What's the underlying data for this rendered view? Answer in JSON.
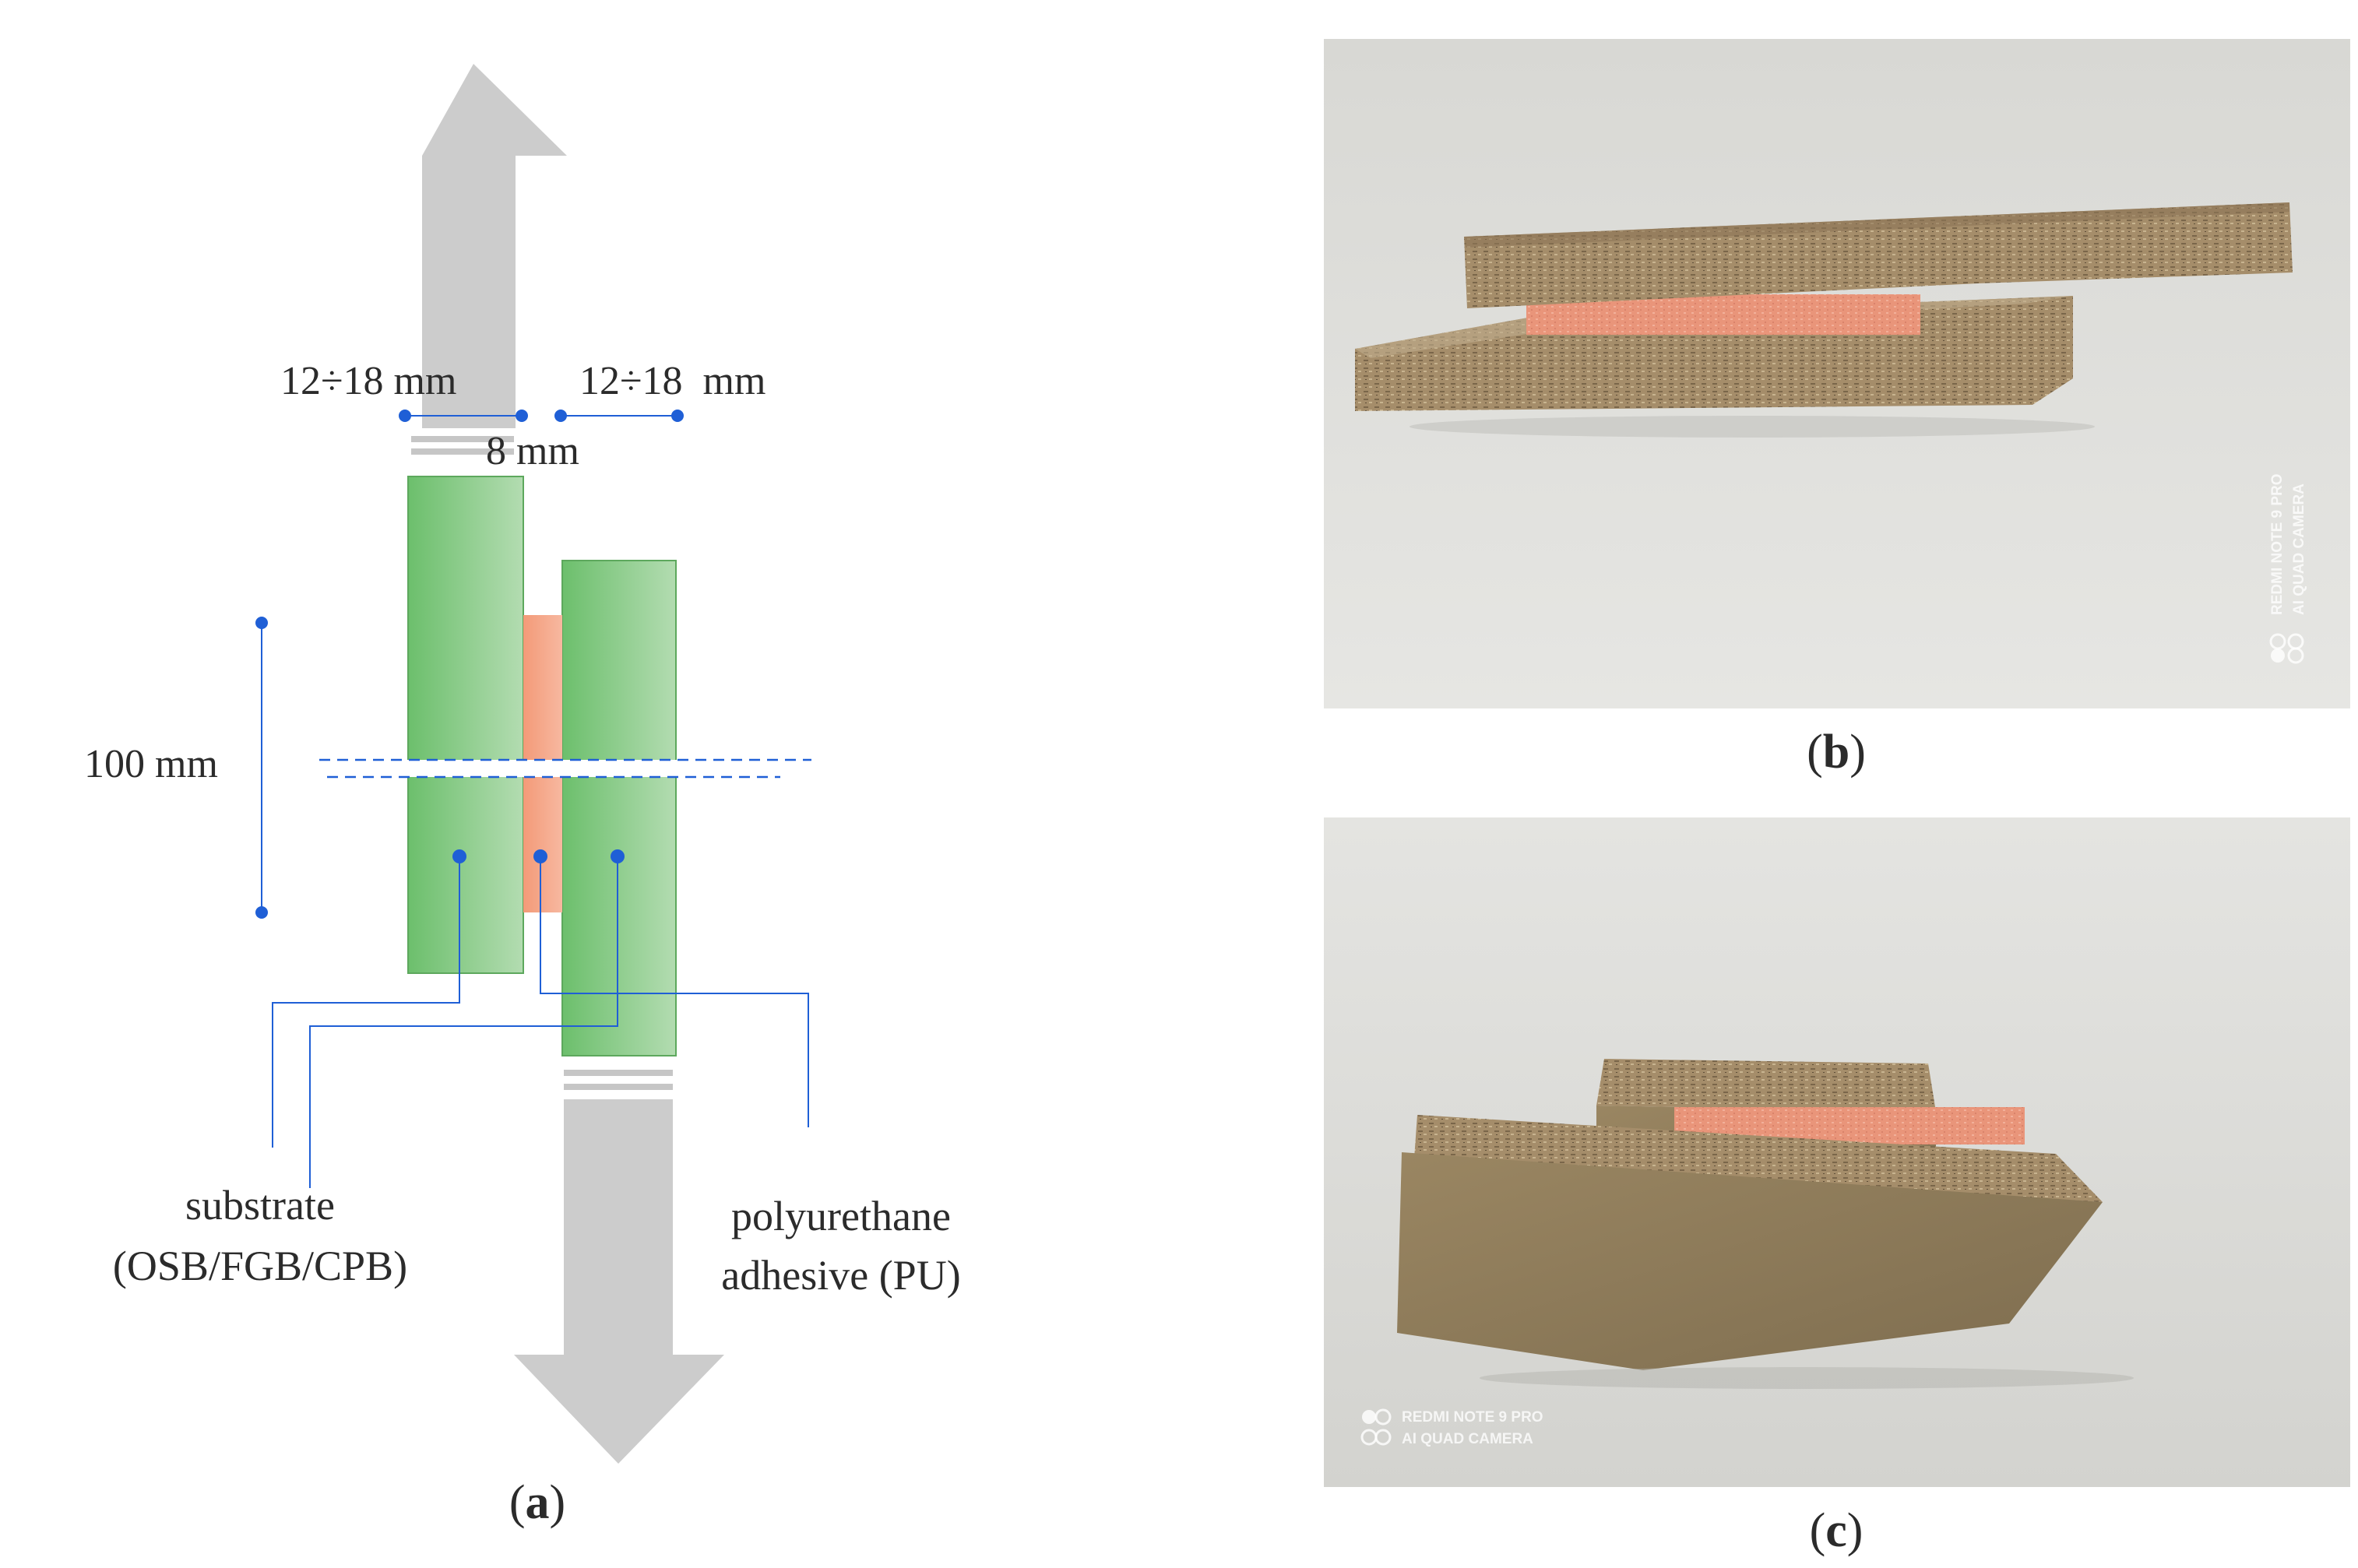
{
  "panel_a": {
    "dim_left": "12÷18 mm",
    "dim_right": "12÷18  mm",
    "dim_gap": "8 mm",
    "dim_overlap": "100 mm",
    "label_substrate_line1": "substrate",
    "label_substrate_line2": "(OSB/FGB/CPB)",
    "label_adhesive_line1": "polyurethane",
    "label_adhesive_line2": "adhesive (PU)",
    "caption_open": "(",
    "caption_letter": "a",
    "caption_close": ")"
  },
  "panel_b": {
    "caption_open": "(",
    "caption_letter": "b",
    "caption_close": ")",
    "watermark_line1": "REDMI NOTE 9 PRO",
    "watermark_line2": "AI QUAD CAMERA"
  },
  "panel_c": {
    "caption_open": "(",
    "caption_letter": "c",
    "caption_close": ")",
    "watermark_line1": "REDMI NOTE 9 PRO",
    "watermark_line2": "AI QUAD CAMERA"
  },
  "colors": {
    "arrow": "#cccccc",
    "substrate": "#7cc47c",
    "adhesive": "#f4a384",
    "dimension": "#1f5fd6",
    "photo_background": "#dcdcd8"
  }
}
